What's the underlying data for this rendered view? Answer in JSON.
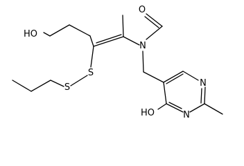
{
  "molecule": {
    "atoms": {
      "oh_top": "HO",
      "n_amide": "N",
      "o_formyl": "O",
      "s_left": "S",
      "s_right": "S",
      "n_ring_upper": "N",
      "n_ring_lower": "N",
      "oh_ring": "HO"
    }
  },
  "colors": {
    "ink": "#000000",
    "background": "#ffffff"
  }
}
